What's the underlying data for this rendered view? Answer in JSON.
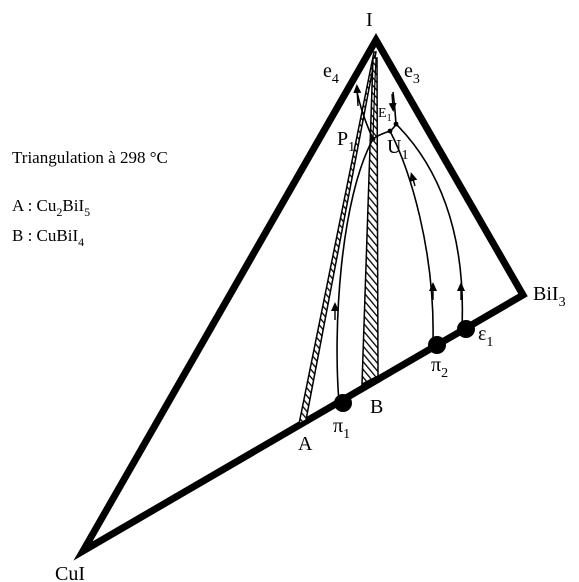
{
  "vertices": {
    "top": "I",
    "right_main": "BiI",
    "right_sub": "3",
    "left": "CuI"
  },
  "points": {
    "A": "A",
    "B": "B",
    "pi1_main": "π",
    "pi1_sub": "1",
    "pi2_main": "π",
    "pi2_sub": "2",
    "eps1_main": "ε",
    "eps1_sub": "1",
    "e4_main": "e",
    "e4_sub": "4",
    "e3_main": "e",
    "e3_sub": "3",
    "E1_main": "E",
    "E1_sub": "1",
    "P1_main": "P",
    "P1_sub": "1",
    "U1_main": "U",
    "U1_sub": "1"
  },
  "legend": {
    "title": "Triangulation à 298 °C",
    "a_prefix": "A : Cu",
    "a_sub1": "2",
    "a_mid": "BiI",
    "a_sub2": "5",
    "b_prefix": "B : CuBiI",
    "b_sub": "4"
  },
  "colors": {
    "ink": "#000000",
    "background": "#ffffff"
  }
}
